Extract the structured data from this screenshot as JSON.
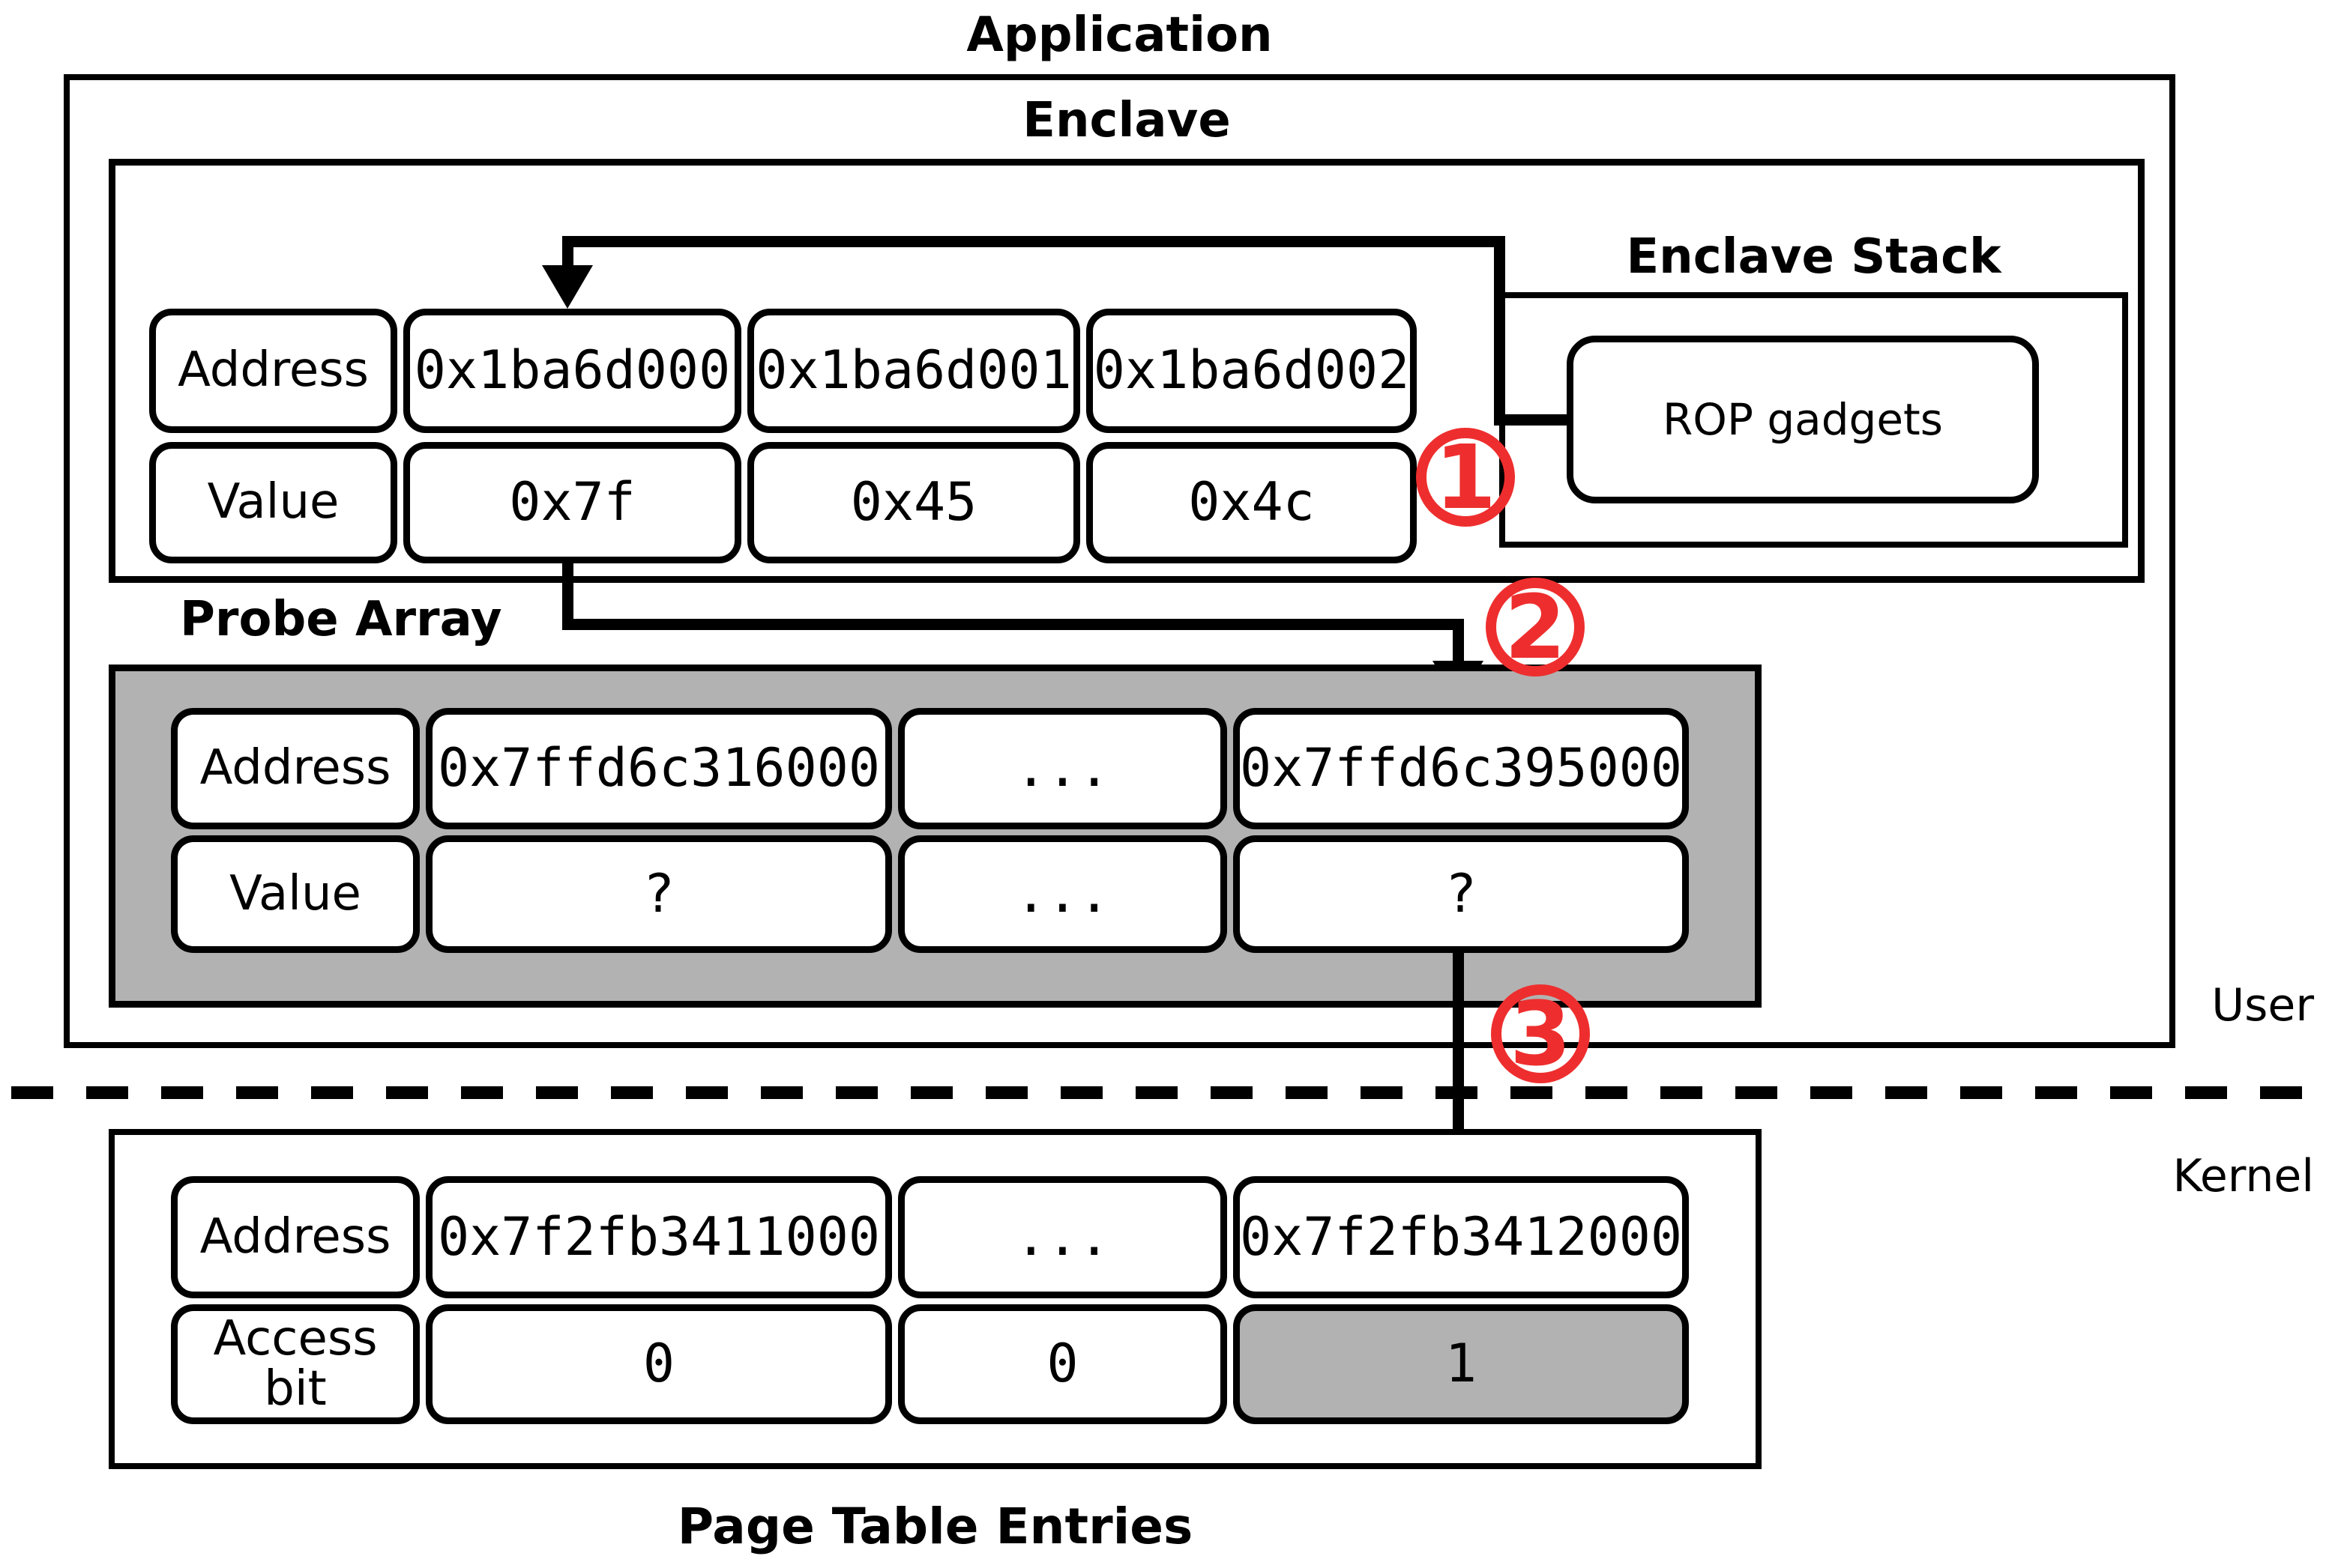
{
  "diagram": {
    "application_title": "Application",
    "enclave_title": "Enclave",
    "enclave_stack_title": "Enclave Stack",
    "rop_label": "ROP gadgets",
    "probe_array_title": "Probe Array",
    "page_table_title": "Page Table Entries",
    "user_label": "User",
    "kernel_label": "Kernel",
    "steps": [
      "1",
      "2",
      "3"
    ]
  },
  "colors": {
    "highlight_gray": "#b2b2b2",
    "step_red": "#ee2e2e",
    "line_black": "#000000",
    "background": "#ffffff"
  },
  "enclave_table": {
    "rows": [
      {
        "header": "Address",
        "cells": [
          "0x1ba6d000",
          "0x1ba6d001",
          "0x1ba6d002"
        ]
      },
      {
        "header": "Value",
        "cells": [
          "0x7f",
          "0x45",
          "0x4c"
        ]
      }
    ]
  },
  "probe_table": {
    "rows": [
      {
        "header": "Address",
        "cells": [
          "0x7ffd6c316000",
          "...",
          "0x7ffd6c395000"
        ]
      },
      {
        "header": "Value",
        "cells": [
          "?",
          "...",
          "?"
        ]
      }
    ]
  },
  "page_table": {
    "rows": [
      {
        "header": "Address",
        "cells": [
          "0x7f2fb3411000",
          "...",
          "0x7f2fb3412000"
        ]
      },
      {
        "header": "Access bit",
        "cells": [
          "0",
          "0",
          "1"
        ]
      }
    ],
    "highlighted_cell": "row 1, col 2 (value 1)"
  }
}
